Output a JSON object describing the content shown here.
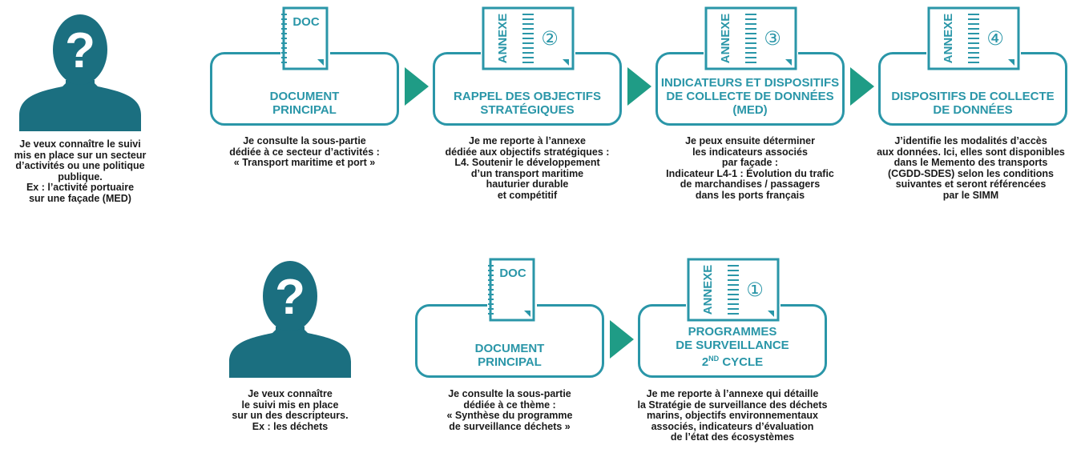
{
  "colors": {
    "teal": "#2a96a8",
    "green_arrow": "#1f9c86",
    "person": "#1b6f80",
    "text": "#1a1a1a"
  },
  "icons": {
    "person": "person-question-icon",
    "doc": "document-icon",
    "annexe": "annexe-booklet-icon",
    "arrow": "right-triangle-arrow-icon"
  },
  "top_row": {
    "person_caption": "Je veux connaître le suivi\nmis en place sur un secteur\nd’activités ou une politique\npublique.\nEx : l’activité portuaire\nsur une façade (MED)",
    "steps": [
      {
        "doc_label": "DOC",
        "title": "DOCUMENT\nPRINCIPAL",
        "caption": "Je consulte la sous-partie\ndédiée à ce secteur d’activités :\n« Transport maritime et port »"
      },
      {
        "doc_label": "ANNEXE",
        "number": "②",
        "title": "RAPPEL DES OBJECTIFS\nSTRATÉGIQUES",
        "caption": "Je me reporte à l’annexe\ndédiée aux objectifs stratégiques :\nL4. Soutenir le développement\nd’un transport maritime\nhauturier durable\net compétitif"
      },
      {
        "doc_label": "ANNEXE",
        "number": "③",
        "title": "INDICATEURS ET DISPOSITIFS\nDE COLLECTE DE DONNÉES\n(MED)",
        "caption": "Je peux ensuite déterminer\nles indicateurs associés\npar façade :\nIndicateur L4-1 : Évolution du trafic\nde marchandises / passagers\ndans les ports français"
      },
      {
        "doc_label": "ANNEXE",
        "number": "④",
        "title": "DISPOSITIFS DE COLLECTE\nDE DONNÉES",
        "caption": "J’identifie les modalités d’accès\naux données. Ici, elles sont disponibles\ndans le Memento des transports\n(CGDD-SDES) selon les conditions\nsuivantes et seront référencées\npar le SIMM"
      }
    ]
  },
  "bottom_row": {
    "person_caption": "Je veux connaître\nle suivi mis en place\nsur un des descripteurs.\nEx : les déchets",
    "steps": [
      {
        "doc_label": "DOC",
        "title": "DOCUMENT\nPRINCIPAL",
        "caption": "Je consulte la sous-partie\ndédiée à ce thème :\n« Synthèse du programme\nde surveillance déchets »"
      },
      {
        "doc_label": "ANNEXE",
        "number": "①",
        "title_line1": "PROGRAMMES",
        "title_line2": "DE SURVEILLANCE",
        "title_line3_num": "2",
        "title_line3_sup": "ND",
        "title_line3_rest": " CYCLE",
        "caption": "Je me reporte à l’annexe qui détaille\nla Stratégie de surveillance des déchets\nmarins, objectifs environnementaux\nassociés, indicateurs d’évaluation\nde l’état des écosystèmes"
      }
    ]
  }
}
